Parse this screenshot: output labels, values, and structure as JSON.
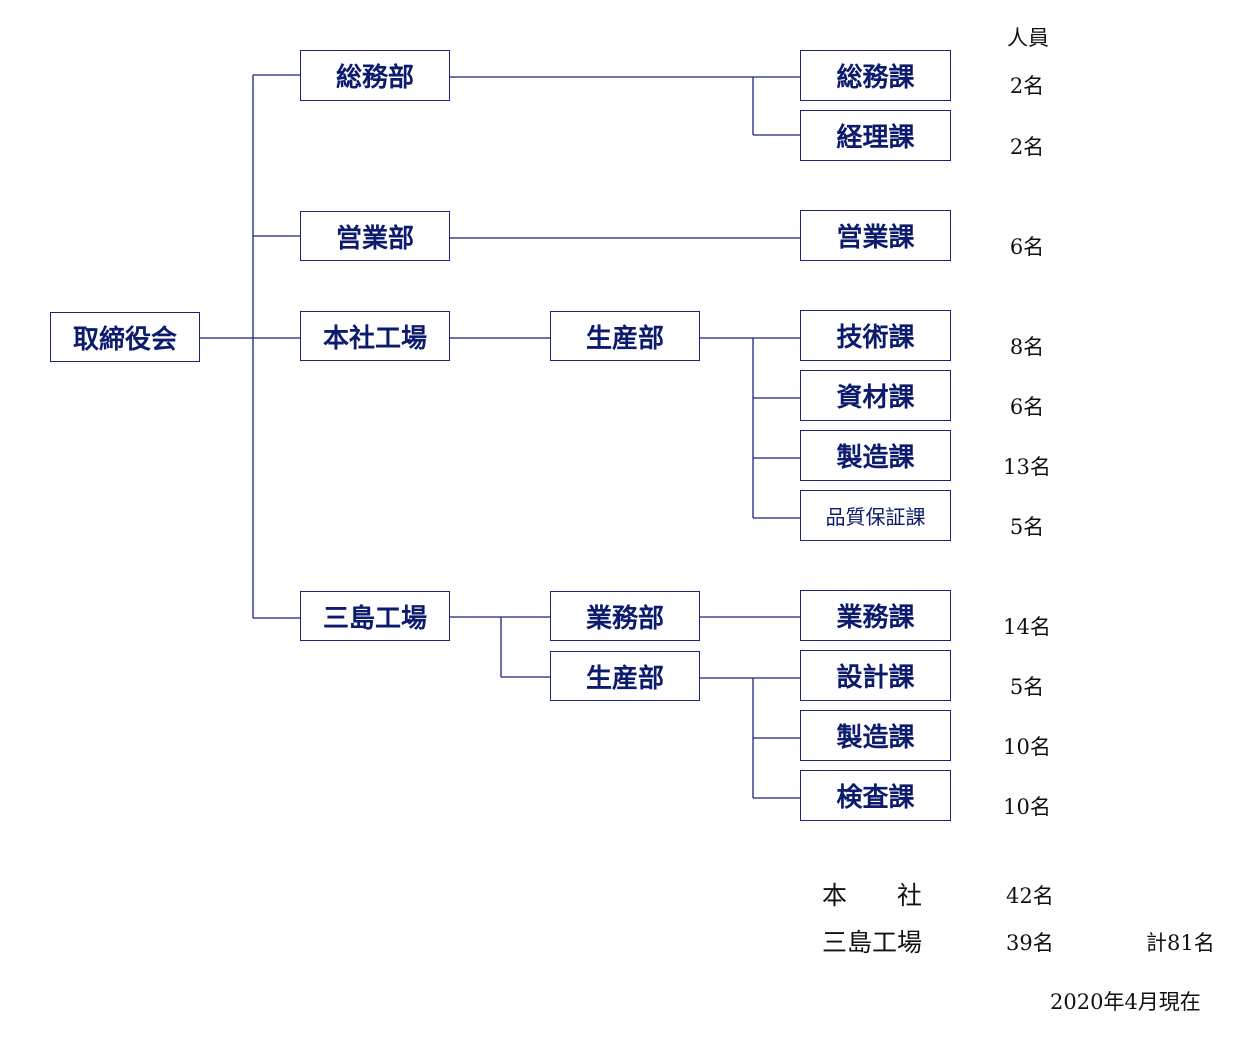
{
  "header": {
    "personnel_label": "人員"
  },
  "nodes": {
    "board": "取締役会",
    "soumu_bu": "総務部",
    "eigyo_bu": "営業部",
    "honsha": "本社工場",
    "honsha_seisan": "生産部",
    "mishima": "三島工場",
    "mishima_gyomu_bu": "業務部",
    "mishima_seisan": "生産部"
  },
  "sections": [
    {
      "name": "総務課",
      "count": "2名"
    },
    {
      "name": "経理課",
      "count": "2名"
    },
    {
      "name": "営業課",
      "count": "6名"
    },
    {
      "name": "技術課",
      "count": "8名"
    },
    {
      "name": "資材課",
      "count": "6名"
    },
    {
      "name": "製造課",
      "count": "13名"
    },
    {
      "name": "品質保証課",
      "count": "5名"
    },
    {
      "name": "業務課",
      "count": "14名"
    },
    {
      "name": "設計課",
      "count": "5名"
    },
    {
      "name": "製造課",
      "count": "10名"
    },
    {
      "name": "検査課",
      "count": "10名"
    }
  ],
  "summary": {
    "honsha_label": "本　　社",
    "honsha_count": "42名",
    "mishima_label": "三島工場",
    "mishima_count": "39名",
    "total": "計81名",
    "as_of": "2020年4月現在"
  },
  "colors": {
    "line": "#1a237e",
    "box_text": "#0d1b6e"
  }
}
